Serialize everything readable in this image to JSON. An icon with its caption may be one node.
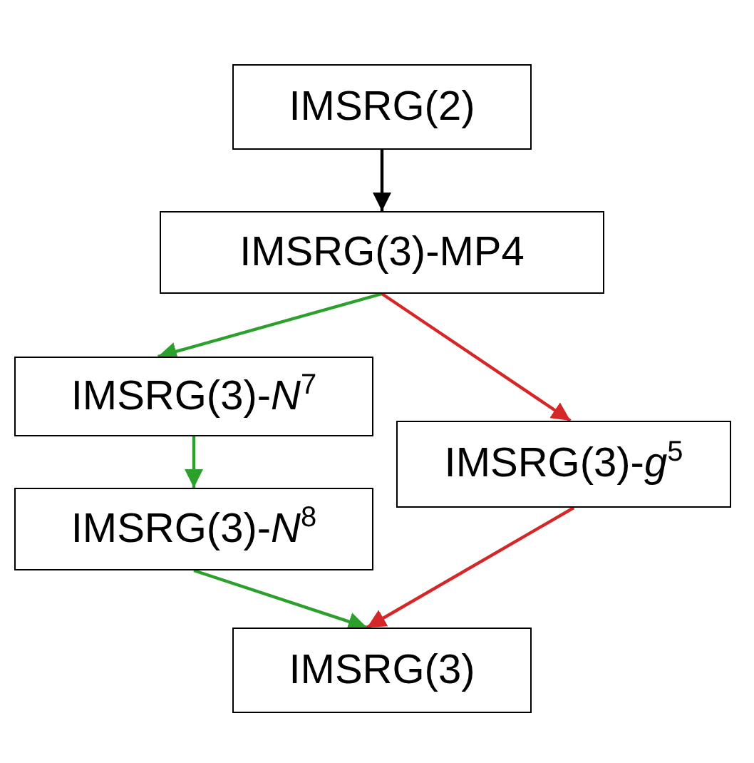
{
  "diagram": {
    "nodes": [
      {
        "text": [
          "IMSRG(2)"
        ]
      },
      {
        "text": [
          "IMSRG(3)-MP4"
        ]
      },
      {
        "text": [
          "IMSRG(3)-*N*$^{7}$"
        ]
      },
      {
        "text": [
          "IMSRG(3)-*g*$^{5}$"
        ]
      },
      {
        "text": [
          "IMSRG(3)-*N*$^{8}$"
        ]
      },
      {
        "text": [
          "IMSRG(3)"
        ]
      }
    ],
    "edges": [
      {
        "from": 0,
        "to": 1,
        "arrow": "to",
        "color": "#000000"
      },
      {
        "from": 1,
        "to": 2,
        "arrow": "to",
        "color": "#2ca02c"
      },
      {
        "from": 1,
        "to": 3,
        "arrow": "to",
        "color": "#d62728"
      },
      {
        "from": 2,
        "to": 4,
        "arrow": "to",
        "color": "#2ca02c"
      },
      {
        "from": 4,
        "to": 5,
        "arrow": "to",
        "color": "#2ca02c"
      },
      {
        "from": 3,
        "to": 5,
        "arrow": "to",
        "color": "#d62728"
      }
    ]
  }
}
